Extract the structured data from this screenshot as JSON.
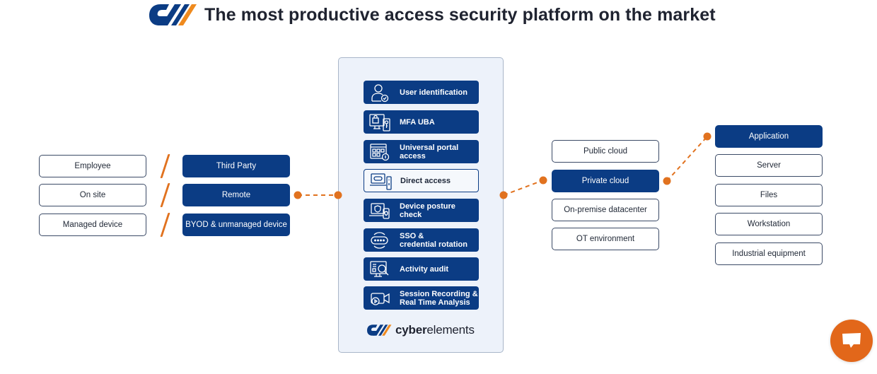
{
  "header": {
    "title": "The most productive access security platform on the market",
    "logo_icon": "cyberelements-logo-icon"
  },
  "colors": {
    "brand_blue": "#0b3c84",
    "accent_orange": "#e1721f",
    "panel_bg": "#edf2fa",
    "border": "#3b4a66"
  },
  "users": {
    "left": [
      "Employee",
      "On site",
      "Managed device"
    ],
    "right": [
      "Third Party",
      "Remote",
      "BYOD & unmanaged device"
    ],
    "highlighted_right": "Remote"
  },
  "features": [
    {
      "label_1": "User identification",
      "label_2": "",
      "icon": "user-check-icon",
      "style": "filled"
    },
    {
      "label_1": "MFA UBA",
      "label_2": "",
      "icon": "monitor-lock-key-icon",
      "style": "filled"
    },
    {
      "label_1": "Universal portal",
      "label_2": "access",
      "icon": "portal-grid-icon",
      "style": "filled"
    },
    {
      "label_1": "Direct access",
      "label_2": "",
      "icon": "laptop-tower-icon",
      "style": "outline"
    },
    {
      "label_1": "Device posture",
      "label_2": "check",
      "icon": "device-shield-icon",
      "style": "filled"
    },
    {
      "label_1": "SSO &",
      "label_2": "credential rotation",
      "icon": "password-rotation-icon",
      "style": "filled"
    },
    {
      "label_1": "Activity audit",
      "label_2": "",
      "icon": "audit-magnifier-icon",
      "style": "filled"
    },
    {
      "label_1": "Session Recording &",
      "label_2": "Real Time Analysis",
      "icon": "video-camera-icon",
      "style": "filled"
    }
  ],
  "brand": {
    "bold": "cyber",
    "regular": "elements"
  },
  "environments": [
    "Public cloud",
    "Private cloud",
    "On-premise datacenter",
    "OT environment"
  ],
  "highlighted_environment": "Private cloud",
  "resources": [
    "Application",
    "Server",
    "Files",
    "Workstation",
    "Industrial equipment"
  ],
  "highlighted_resource": "Application",
  "chat": {
    "icon": "chat-bubble-icon"
  }
}
